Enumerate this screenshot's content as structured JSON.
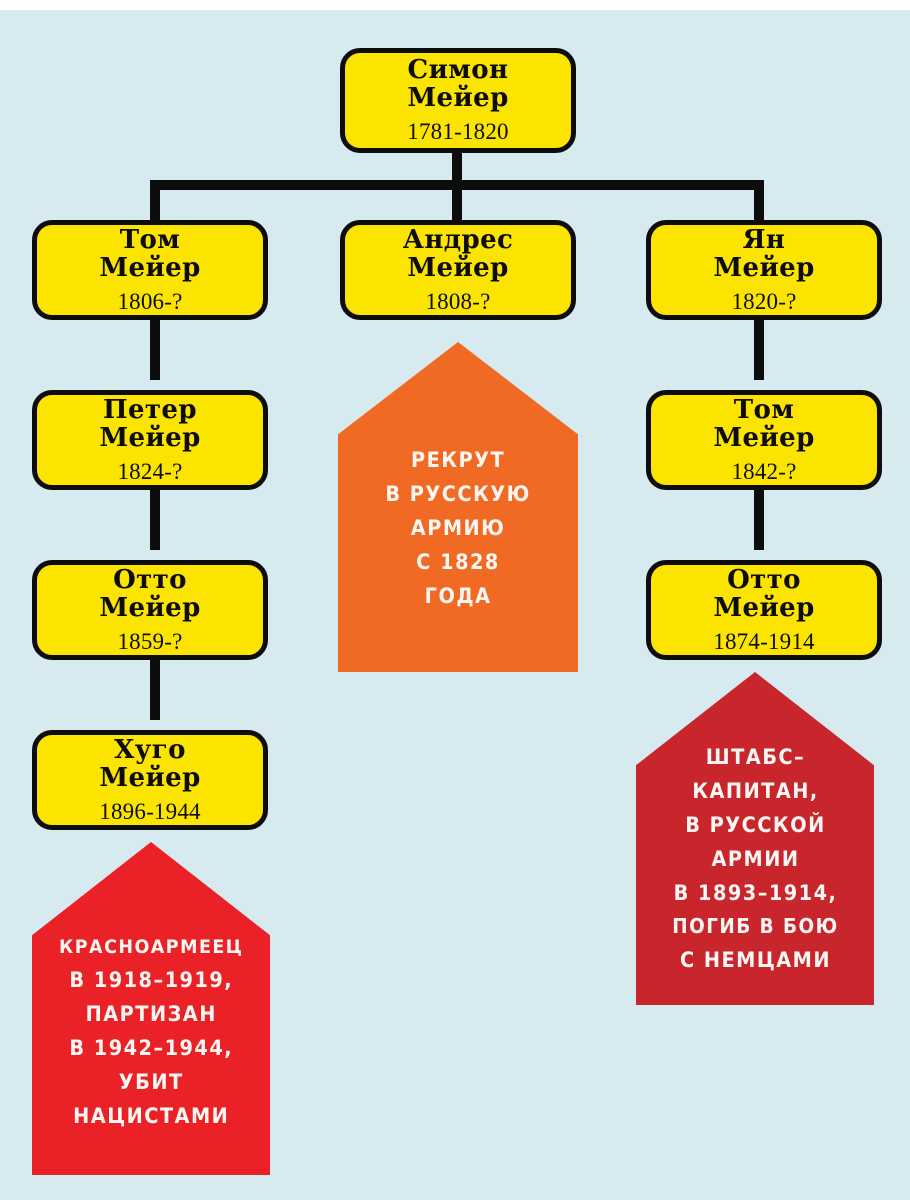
{
  "diagram": {
    "type": "family-tree",
    "title": "Meyer family genealogy",
    "background_color": "#d7eaef",
    "node_fill": "#fbe400",
    "node_border": "#0d0d0d",
    "connector_color": "#0d0d0d"
  },
  "nodes": {
    "root": {
      "name": "Симон\nМейер",
      "name_line1": "Симон",
      "name_line2": "Мейер",
      "years": "1781-1820"
    },
    "tom1": {
      "name_line1": "Том",
      "name_line2": "Мейер",
      "years": "1806-?"
    },
    "andres": {
      "name_line1": "Андрес",
      "name_line2": "Мейер",
      "years": "1808-?"
    },
    "yan": {
      "name_line1": "Ян",
      "name_line2": "Мейер",
      "years": "1820-?"
    },
    "peter": {
      "name_line1": "Петер",
      "name_line2": "Мейер",
      "years": "1824-?"
    },
    "otto1": {
      "name_line1": "Отто",
      "name_line2": "Мейер",
      "years": "1859-?"
    },
    "hugo": {
      "name_line1": "Хуго",
      "name_line2": "Мейер",
      "years": "1896-1944"
    },
    "tom2": {
      "name_line1": "Том",
      "name_line2": "Мейер",
      "years": "1842-?"
    },
    "otto2": {
      "name_line1": "Отто",
      "name_line2": "Мейер",
      "years": "1874-1914"
    }
  },
  "banners": {
    "recruit": {
      "color": "#f06a24",
      "lines": [
        "РЕКРУТ",
        "В РУССКУЮ",
        "АРМИЮ",
        "С 1828",
        "ГОДА"
      ]
    },
    "redarmy": {
      "color": "#ea2227",
      "lines": [
        "КРАСНОАРМЕЕЦ",
        "В 1918–1919,",
        "ПАРТИЗАН",
        "В 1942–1944,",
        "УБИТ",
        "НАЦИСТАМИ"
      ]
    },
    "stabskapitan": {
      "color": "#c9252c",
      "lines": [
        "ШТАБС–",
        "КАПИТАН,",
        "В РУССКОЙ",
        "АРМИИ",
        "В 1893–1914,",
        "ПОГИБ В БОЮ",
        "С НЕМЦАМИ"
      ]
    }
  }
}
